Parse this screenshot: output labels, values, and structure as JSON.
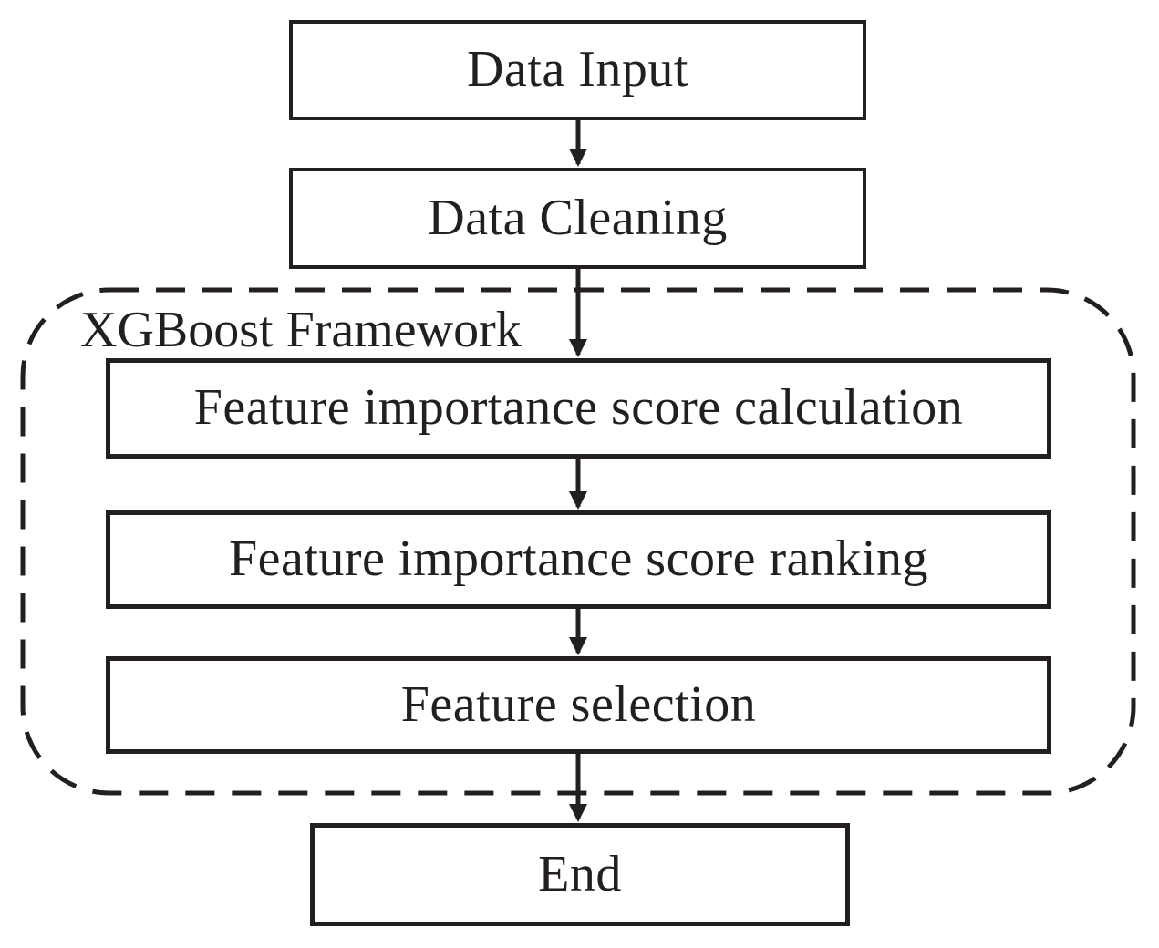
{
  "diagram": {
    "type": "flowchart",
    "framework": {
      "label": "XGBoost Framework",
      "contains": [
        "Feature importance score calculation",
        "Feature importance score ranking",
        "Feature selection"
      ]
    },
    "nodes": [
      {
        "id": "data-input",
        "label": "Data Input"
      },
      {
        "id": "data-cleaning",
        "label": "Data Cleaning"
      },
      {
        "id": "feature-calc",
        "label": "Feature importance score calculation"
      },
      {
        "id": "feature-rank",
        "label": "Feature importance score ranking"
      },
      {
        "id": "feature-select",
        "label": "Feature selection"
      },
      {
        "id": "end",
        "label": "End"
      }
    ],
    "edges": [
      {
        "from": "Data Input",
        "to": "Data Cleaning"
      },
      {
        "from": "Data Cleaning",
        "to": "Feature importance score calculation"
      },
      {
        "from": "Feature importance score calculation",
        "to": "Feature importance score ranking"
      },
      {
        "from": "Feature importance score ranking",
        "to": "Feature selection"
      },
      {
        "from": "Feature selection",
        "to": "End"
      }
    ],
    "colors": {
      "stroke": "#231f20",
      "text": "#231f20",
      "background": "#ffffff"
    }
  }
}
